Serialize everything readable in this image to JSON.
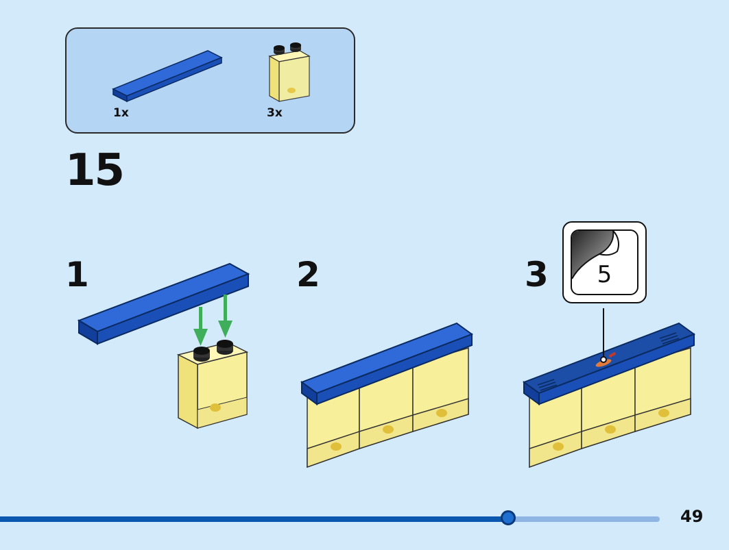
{
  "parts_list": {
    "items": [
      {
        "name": "blue-tile",
        "qty": "1x",
        "color": "#1a56c4"
      },
      {
        "name": "trans-yellow-panel",
        "qty": "3x",
        "color": "#f7ef9a"
      }
    ]
  },
  "step": {
    "number": "15"
  },
  "substeps": [
    {
      "label": "1"
    },
    {
      "label": "2"
    },
    {
      "label": "3"
    }
  ],
  "sticker": {
    "number": "5"
  },
  "progress": {
    "fraction": 0.77
  },
  "page": {
    "number": "49"
  },
  "colors": {
    "background": "#d3eafa",
    "parts_box": "#b4d5f3",
    "brick_blue": "#1a56c4",
    "brick_yellow": "#f7ef9a",
    "arrow_green": "#3fae5a",
    "progress_fill": "#0a57b0",
    "progress_track": "#8fb5e4"
  },
  "icons": [
    "blue-tile-icon",
    "yellow-panel-icon",
    "down-arrow-icon",
    "sticker-icon"
  ]
}
